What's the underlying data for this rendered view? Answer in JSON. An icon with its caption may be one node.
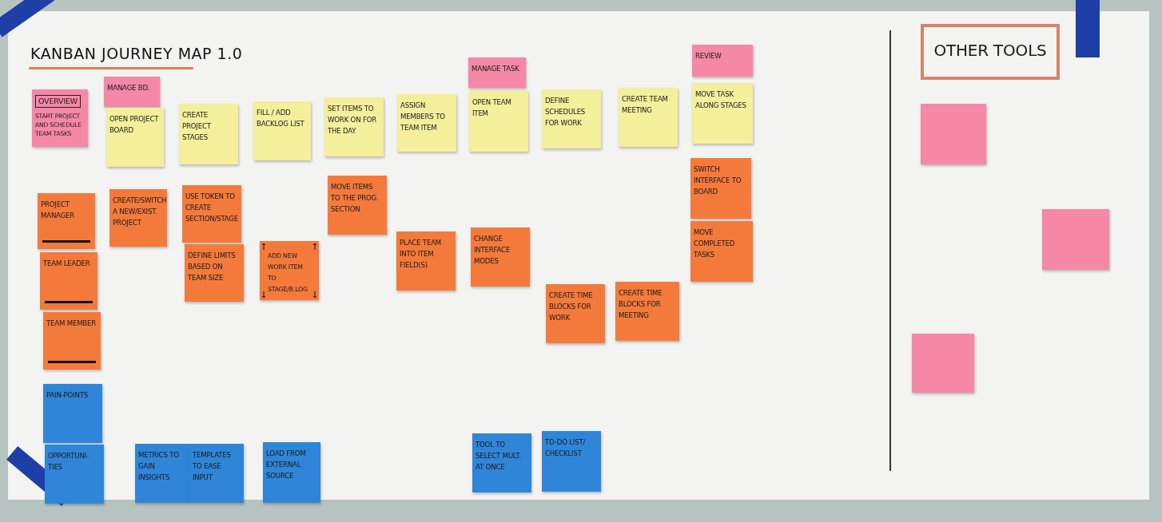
{
  "diagram": {
    "title": "KANBAN JOURNEY MAP 1.0",
    "nodes": [
      {
        "text": [
          "OVERVIEW",
          "START PROJECT AND SCHEDULE TEAM TASKS"
        ]
      },
      {
        "text": [
          "MANAGE BD."
        ]
      },
      {
        "text": [
          "OPEN PROJECT BOARD"
        ]
      },
      {
        "text": [
          "CREATE PROJECT STAGES"
        ]
      },
      {
        "text": [
          "FILL / ADD BACKLOG LIST"
        ]
      },
      {
        "text": [
          "SET ITEMS TO WORK ON FOR THE DAY"
        ]
      },
      {
        "text": [
          "ASSIGN MEMBERS TO TEAM ITEM"
        ]
      },
      {
        "text": [
          "MANAGE TASK"
        ]
      },
      {
        "text": [
          "OPEN TEAM ITEM"
        ]
      },
      {
        "text": [
          "DEFINE SCHEDULES FOR WORK"
        ]
      },
      {
        "text": [
          "CREATE TEAM MEETING"
        ]
      },
      {
        "text": [
          "REVIEW"
        ]
      },
      {
        "text": [
          "MOVE TASK ALONG STAGES"
        ]
      },
      {
        "text": [
          "PROJECT MANAGER"
        ]
      },
      {
        "text": [
          "CREATE/SWITCH A NEW/EXIST. PROJECT"
        ]
      },
      {
        "text": [
          "USE TOKEN TO CREATE SECTION/STAGE"
        ]
      },
      {
        "text": [
          "MOVE ITEMS TO THE PROG. SECTION"
        ]
      },
      {
        "text": [
          "SWITCH INTERFACE TO BOARD"
        ]
      },
      {
        "text": [
          "TEAM LEADER"
        ]
      },
      {
        "text": [
          "DEFINE LIMITS BASED ON TEAM SIZE"
        ]
      },
      {
        "text": [
          "ADD NEW WORK ITEM TO STAGE/B.LOG"
        ]
      },
      {
        "text": [
          "PLACE TEAM INTO ITEM FIELD(S)"
        ]
      },
      {
        "text": [
          "CHANGE INTERFACE MODES"
        ]
      },
      {
        "text": [
          "MOVE COMPLETED TASKS"
        ]
      },
      {
        "text": [
          "TEAM MEMBER"
        ]
      },
      {
        "text": [
          "CREATE TIME BLOCKS FOR WORK"
        ]
      },
      {
        "text": [
          "CREATE TIME BLOCKS FOR MEETING"
        ]
      },
      {
        "text": [
          "PAIN-POINTS"
        ]
      },
      {
        "text": [
          "OPPORTUNI- TIES"
        ]
      },
      {
        "text": [
          "METRICS TO GAIN INSIGHTS"
        ]
      },
      {
        "text": [
          "TEMPLATES TO EASE INPUT"
        ]
      },
      {
        "text": [
          "LOAD FROM EXTERNAL SOURCE"
        ]
      },
      {
        "text": [
          "TOOL TO SELECT MULT. AT ONCE"
        ]
      },
      {
        "text": [
          "TO-DO LIST/ CHECKLIST"
        ]
      },
      {
        "text": [
          "OTHER TOOLS"
        ]
      },
      {
        "text": [],
        "shape": "box"
      },
      {
        "text": [],
        "shape": "box"
      },
      {
        "text": [],
        "shape": "box"
      }
    ]
  }
}
